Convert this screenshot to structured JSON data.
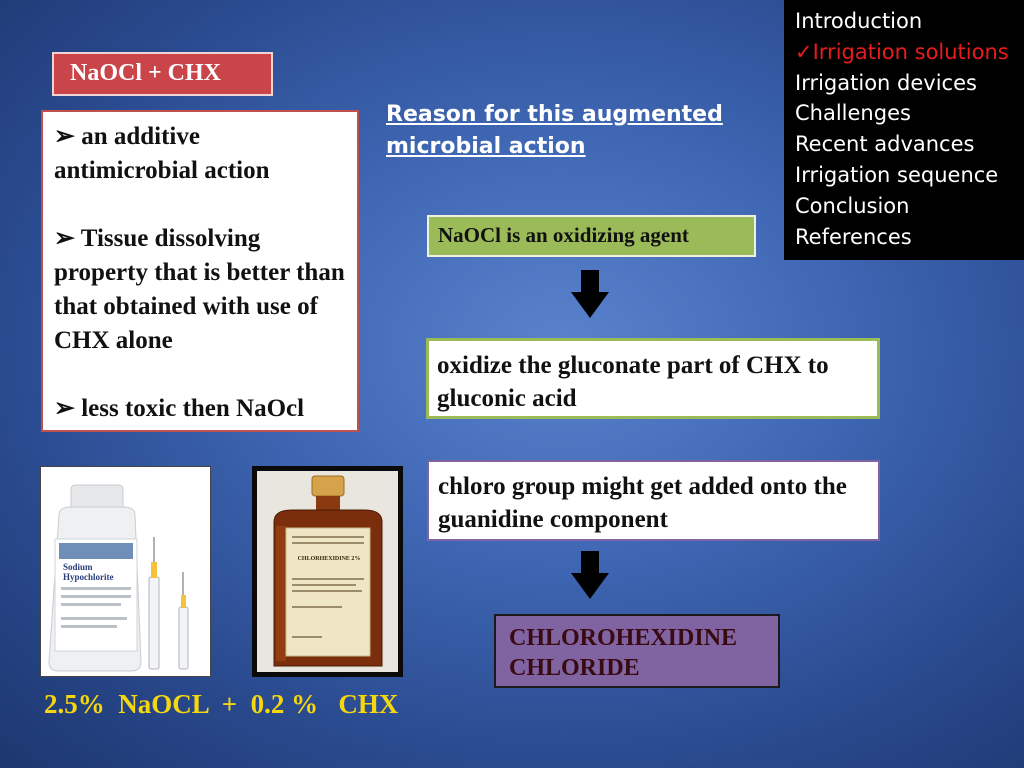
{
  "menu": {
    "items": [
      {
        "label": "Introduction"
      },
      {
        "label": "✓Irrigation solutions",
        "active": true
      },
      {
        "label": "Irrigation devices"
      },
      {
        "label": "Challenges"
      },
      {
        "label": "Recent advances"
      },
      {
        "label": "Irrigation sequence"
      },
      {
        "label": "Conclusion"
      },
      {
        "label": "References"
      }
    ]
  },
  "title": "NaOCl + CHX",
  "left_box": {
    "bullet1": "➢ an additive antimicrobial action",
    "bullet2": "➢ Tissue dissolving property that is better than that obtained with use of CHX alone",
    "bullet3": "➢ less toxic then NaOcl"
  },
  "heading": "Reason for this augmented microbial action",
  "flow": {
    "step1": "NaOCl is an oxidizing agent",
    "step2": " oxidize the gluconate part of CHX to gluconic acid",
    "step3": "chloro group might get added onto the guanidine component",
    "result_line1": "CHLOROHEXIDINE",
    "result_line2": "CHLORIDE"
  },
  "photos": {
    "bottle1_label1": "Sodium",
    "bottle1_label2": "Hypochlorite",
    "bottle2_label": "CHLORHEXIDINE 2%"
  },
  "caption": "2.5%  NaOCL  +  0.2 %   CHX",
  "colors": {
    "menu_active": "#e81c1c",
    "title_bg": "#c9454a",
    "step1_bg": "#9bbb59",
    "result_bg": "#8064a2",
    "caption": "#f5d60f"
  }
}
